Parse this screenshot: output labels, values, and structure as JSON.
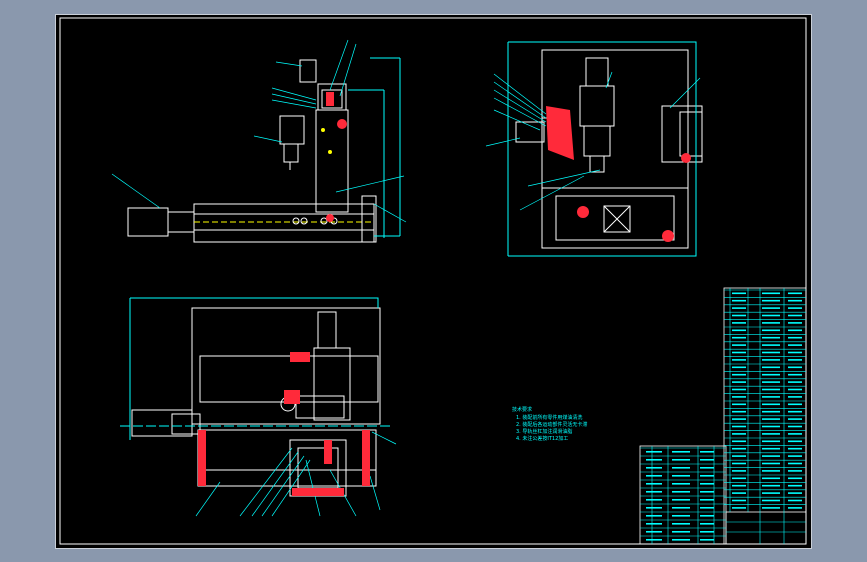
{
  "colors": {
    "background": "#8a98ad",
    "paper": "#000000",
    "line": "#ffffff",
    "dim": "#00ffff",
    "text": "#00ffff",
    "highlight": "#ff2a3a",
    "accent": "#ffff00"
  },
  "notes": {
    "title": "技术要求",
    "lines": [
      "1. 装配前所有零件用煤油清洗",
      "2. 装配后各运动部件灵活无卡滞",
      "3. 导轨丝杠加注润滑油脂",
      "4. 未注公差按IT12加工"
    ]
  },
  "title_block": {
    "rows": 12,
    "upper_rows": 30
  }
}
